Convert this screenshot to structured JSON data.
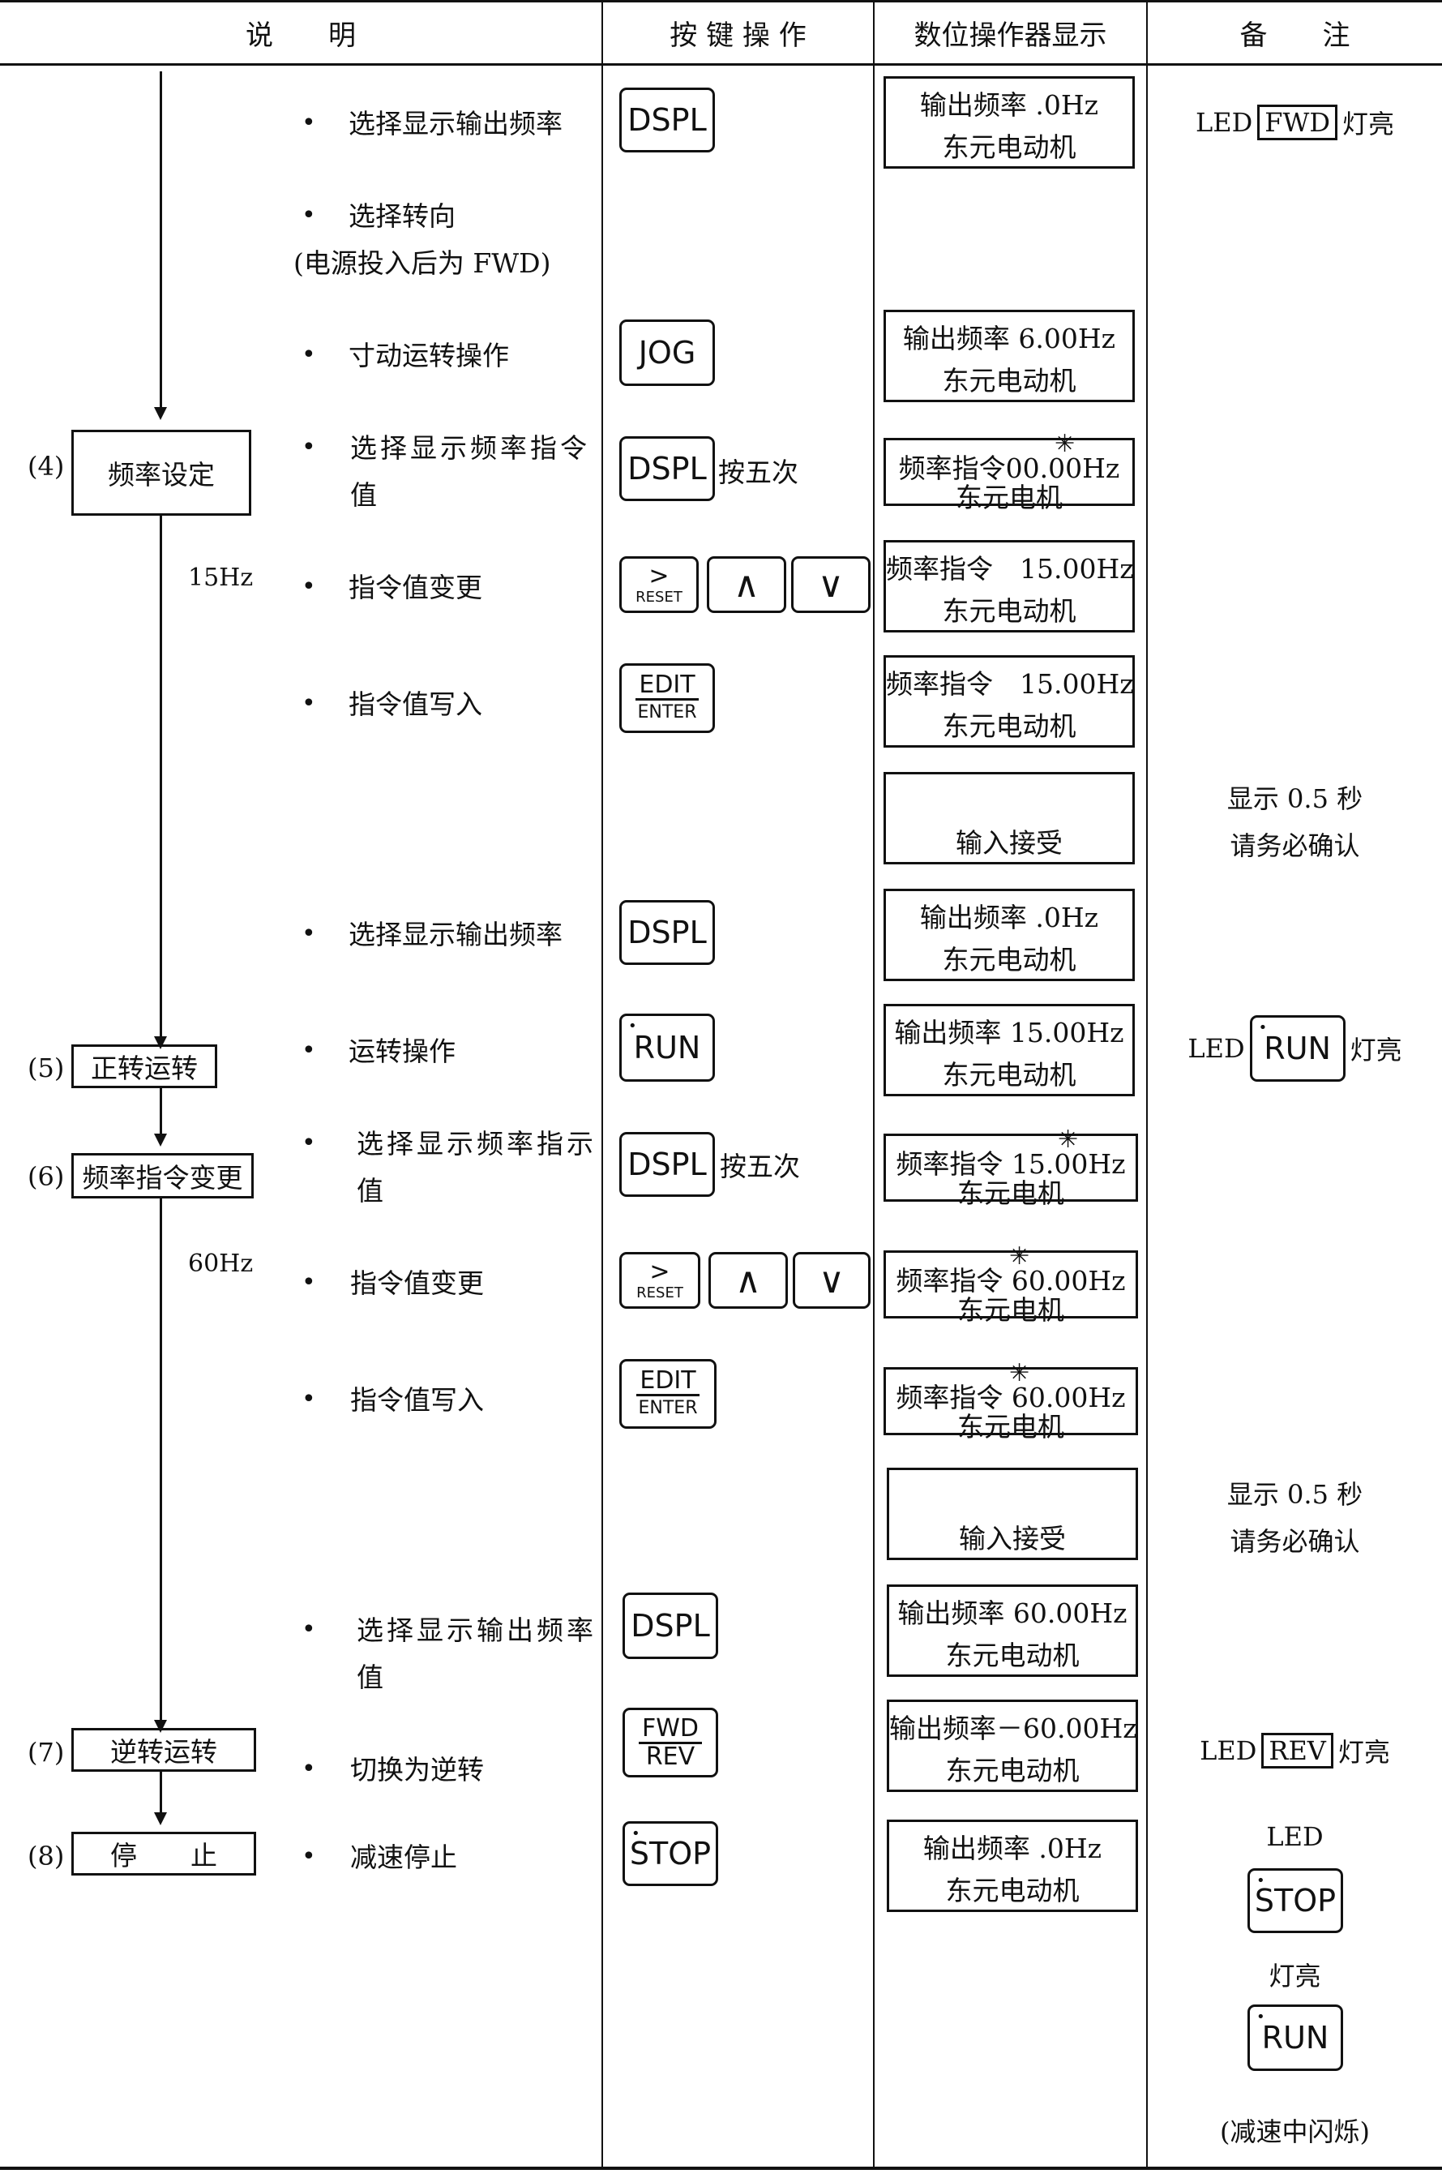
{
  "header": {
    "col1": "说　　明",
    "col2": "按 键 操 作",
    "col3": "数位操作器显示",
    "col4": "备　　注"
  },
  "steps": {
    "s4": {
      "num": "(4)",
      "label": "频率设定",
      "sub": "15Hz"
    },
    "s5": {
      "num": "(5)",
      "label": "正转运转"
    },
    "s6": {
      "num": "(6)",
      "label": "频率指令变更",
      "sub": "60Hz"
    },
    "s7": {
      "num": "(7)",
      "label": "逆转运转"
    },
    "s8": {
      "num": "(8)",
      "label": "停　　止"
    }
  },
  "bullet": "•",
  "rows": [
    {
      "desc": "选择显示输出频率",
      "key": "DSPL",
      "disp1": "输出频率 .0Hz",
      "disp2": "东元电动机",
      "note_pre": "LED",
      "note_led": "FWD",
      "note_post": "灯亮"
    },
    {
      "desc": "选择转向",
      "desc2": "(电源投入后为 FWD)"
    },
    {
      "desc": "寸动运转操作",
      "key": "JOG",
      "disp1": "输出频率 6.00Hz",
      "disp2": "东元电动机"
    },
    {
      "desc": "选择显示频率指令",
      "desc2": "值",
      "key": "DSPL",
      "key_suffix": "按五次",
      "disp1": "频率指令00.00Hz",
      "disp2": "东元电机"
    },
    {
      "desc": "指令值变更",
      "key_up": "∧",
      "key_down": "∨",
      "key_shift": ">",
      "key_shift_sub": "RESET",
      "disp1": "频率指令　15.00Hz",
      "disp2": "东元电动机"
    },
    {
      "desc": "指令值写入",
      "key_top": "EDIT",
      "key_bottom": "ENTER",
      "disp1": "频率指令　15.00Hz",
      "disp2": "东元电动机"
    },
    {
      "disp2": "输入接受",
      "note1": "显示 0.5 秒",
      "note2": "请务必确认"
    },
    {
      "desc": "选择显示输出频率",
      "key": "DSPL",
      "disp1": "输出频率 .0Hz",
      "disp2": "东元电动机"
    },
    {
      "desc": "运转操作",
      "key": "RUN",
      "disp1": "输出频率 15.00Hz",
      "disp2": "东元电动机",
      "note_pre": "LED",
      "note_key": "RUN",
      "note_post": "灯亮"
    },
    {
      "desc": "选择显示频率指示",
      "desc2": "值",
      "key": "DSPL",
      "key_suffix": "按五次",
      "disp1": "频率指令 15.00Hz",
      "disp2": "东元电机"
    },
    {
      "desc": "指令值变更",
      "key_up": "∧",
      "key_down": "∨",
      "key_shift": ">",
      "key_shift_sub": "RESET",
      "disp1": "频率指令 60.00Hz",
      "disp2": "东元电机"
    },
    {
      "desc": "指令值写入",
      "key_top": "EDIT",
      "key_bottom": "ENTER",
      "disp1": "频率指令 60.00Hz",
      "disp2": "东元电机"
    },
    {
      "disp2": "输入接受",
      "note1": "显示 0.5 秒",
      "note2": "请务必确认"
    },
    {
      "desc": "选择显示输出频率",
      "desc2": "值",
      "key": "DSPL",
      "disp1": "输出频率 60.00Hz",
      "disp2": "东元电动机"
    },
    {
      "desc": "切换为逆转",
      "key_top": "FWD",
      "key_bottom": "REV",
      "disp1": "输出频率－60.00Hz",
      "disp2": "东元电动机",
      "note_pre": "LED",
      "note_led": "REV",
      "note_post": "灯亮"
    },
    {
      "desc": "减速停止",
      "key": "STOP",
      "disp1": "输出频率 .0Hz",
      "disp2": "东元电动机",
      "note_led_label": "LED",
      "note_key1": "STOP",
      "note_mid": "灯亮",
      "note_key2": "RUN",
      "note_end": "(减速中闪烁)"
    }
  ],
  "icons": {
    "sparkle": "✳",
    "dot": "•",
    "arrow": "arrow-down-icon"
  }
}
